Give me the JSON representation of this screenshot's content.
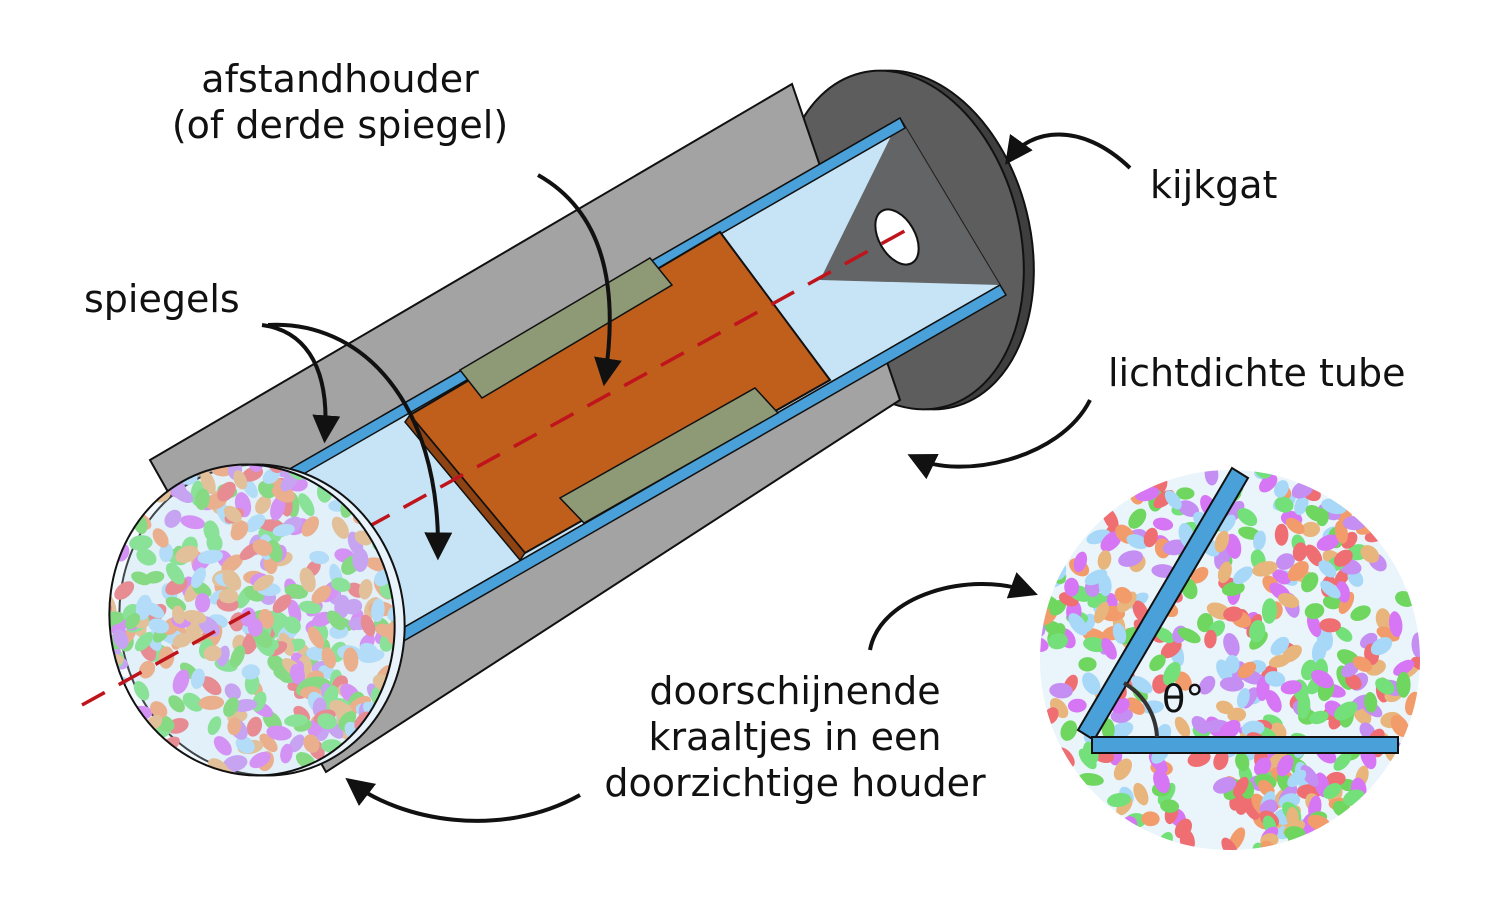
{
  "labels": {
    "spacer_line1": "afstandhouder",
    "spacer_line2": "(of derde spiegel)",
    "mirrors": "spiegels",
    "eyehole": "kijkgat",
    "tube": "lichtdichte tube",
    "beads_line1": "doorschijnende",
    "beads_line2": "kraaltjes in een",
    "beads_line3": "doorzichtige houder",
    "angle": "θ°"
  },
  "colors": {
    "tube_body": "#a3a3a3",
    "tube_end": "#5d5d5d",
    "mirror_face": "#c7e4f6",
    "mirror_edge": "#4aa0d8",
    "spacer": "#c05e1c",
    "spacer_tab": "#8e9a76",
    "axis": "#c0141c",
    "bead_palette": [
      "#d676f4",
      "#73e07a",
      "#a8d8f8",
      "#f39c6b",
      "#e8b57c",
      "#ee6e72",
      "#c48ef2",
      "#6fd65f"
    ]
  },
  "icons": [
    "curved-arrow-icon",
    "angle-arc-icon"
  ]
}
